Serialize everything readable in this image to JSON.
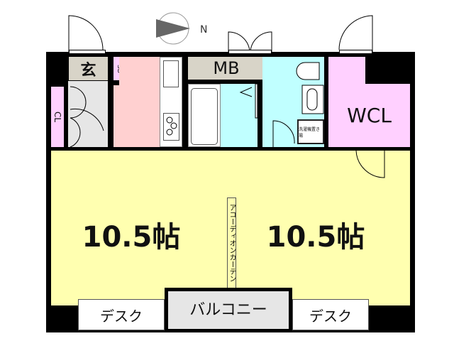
{
  "compass": {
    "north_label": "N"
  },
  "rooms": {
    "genkan": "玄",
    "shoe_box": "SB",
    "closet": "CL",
    "meter_box": "MB",
    "wcl": "WCL",
    "washing_machine": "洗濯機置き場",
    "room_left": "10.5帖",
    "room_right": "10.5帖",
    "accordion_curtain": "アコーディオンカーテン",
    "balcony": "バルコニー",
    "desk_left": "デスク",
    "desk_right": "デスク"
  },
  "colors": {
    "room": "#ffffb0",
    "pink": "#ffd0d0",
    "lilac": "#ffd0ff",
    "cyan": "#c0ffff",
    "beige": "#d8d4c8",
    "gray": "#e6e6e6"
  }
}
